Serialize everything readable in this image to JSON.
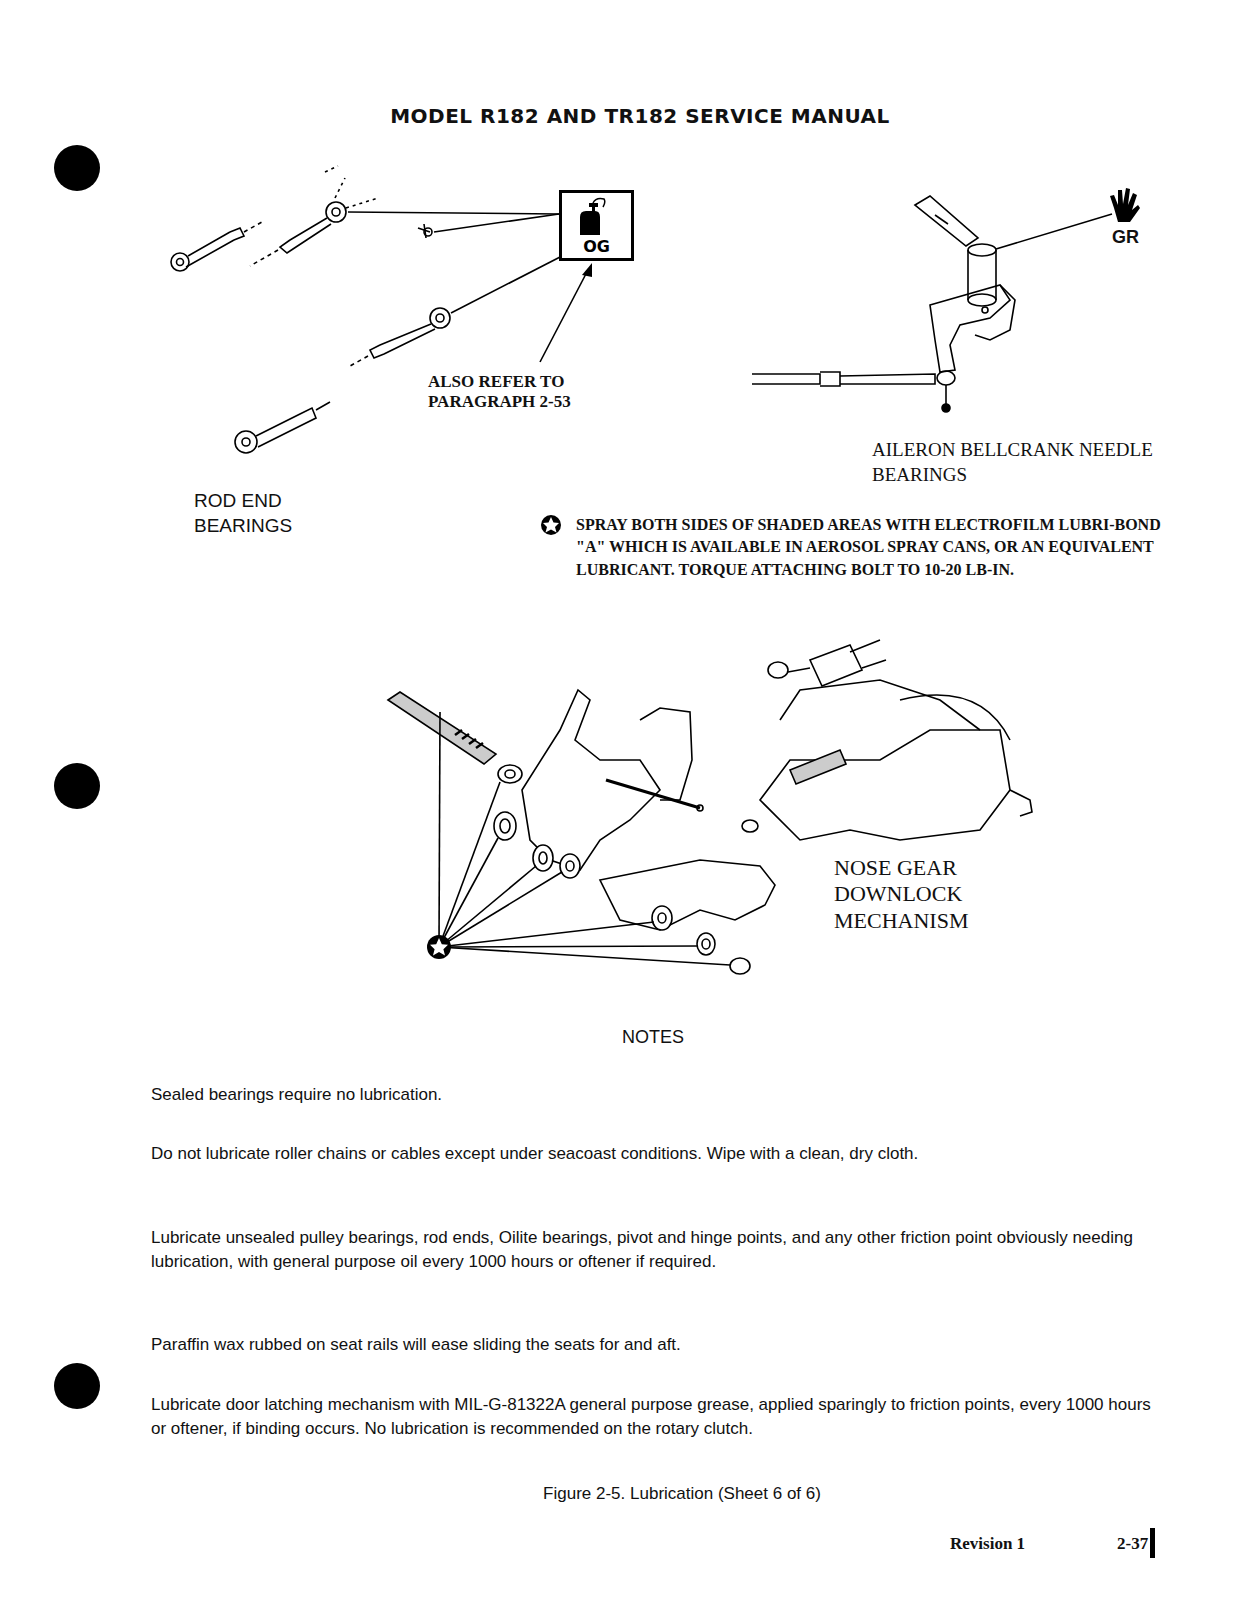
{
  "diagram": {
    "title": "MODEL R182 AND TR182 SERVICE MANUAL",
    "caption": "Figure 2-5. Lubrication (Sheet 6 of 6)",
    "nodes": [
      {
        "text": [
          "OG"
        ]
      }
    ],
    "labels": [
      "GR",
      "ALSO REFER TO PARAGRAPH 2-53",
      "AILERON BELLCRANK NEEDLE BEARINGS",
      "ROD END BEARINGS",
      "SPRAY BOTH SIDES OF SHADED AREAS WITH ELECTROFILM LUBRI-BOND \"A\" WHICH IS AVAILABLE IN AEROSOL SPRAY CANS, OR AN EQUIVALENT LUBRICANT. TORQUE ATTACHING BOLT TO 10-20 LB-IN.",
      "NOSE GEAR DOWNLOCK MECHANISM",
      "NOTES",
      "Sealed bearings require no lubrication.",
      "Do not lubricate roller chains or cables except under seacoast conditions. Wipe with a clean, dry cloth.",
      "Lubricate unsealed pulley bearings, rod ends, Oilite bearings, pivot and hinge points, and any other friction point obviously needing lubrication, with general purpose oil every 1000 hours or oftener if required.",
      "Paraffin wax rubbed on seat rails will ease sliding the seats for and aft.",
      "Lubricate door latching mechanism with MIL-G-81322A general purpose grease, applied sparingly to friction points, every 1000 hours or oftener, if binding occurs. No lubrication is recommended on the rotary clutch.",
      "Revision 1",
      "2-37"
    ]
  }
}
